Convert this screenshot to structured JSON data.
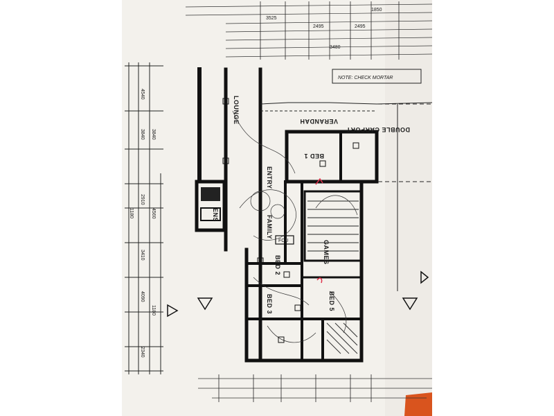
{
  "plan": {
    "note": "NOTE: CHECK MORTAR",
    "rooms": {
      "verandah": "VERANDAH",
      "bed1": "BED 1",
      "entry": "ENTRY",
      "lounge": "LOUNGE",
      "family": "FAMILY",
      "games": "GAMES",
      "bed2": "BED 2",
      "bed3": "BED 3",
      "bed5": "BED 5",
      "double_carport": "DOUBLE CARPORT",
      "ens": "ENS",
      "fcu": "FCU"
    },
    "dimensions": {
      "d1": "4540",
      "d2": "3840",
      "d3": "3840",
      "d4": "4560",
      "d5": "2910",
      "d6": "1180",
      "d7": "3410",
      "d8": "4090",
      "d9": "1180",
      "d10": "2340",
      "d11": "3525",
      "d12": "2495",
      "d13": "2495",
      "d14": "3480",
      "d15": "1850"
    }
  },
  "colors": {
    "paper": "#f3f1ec",
    "ink": "#111111",
    "mark": "#e0314a",
    "corner": "#d9541e"
  }
}
